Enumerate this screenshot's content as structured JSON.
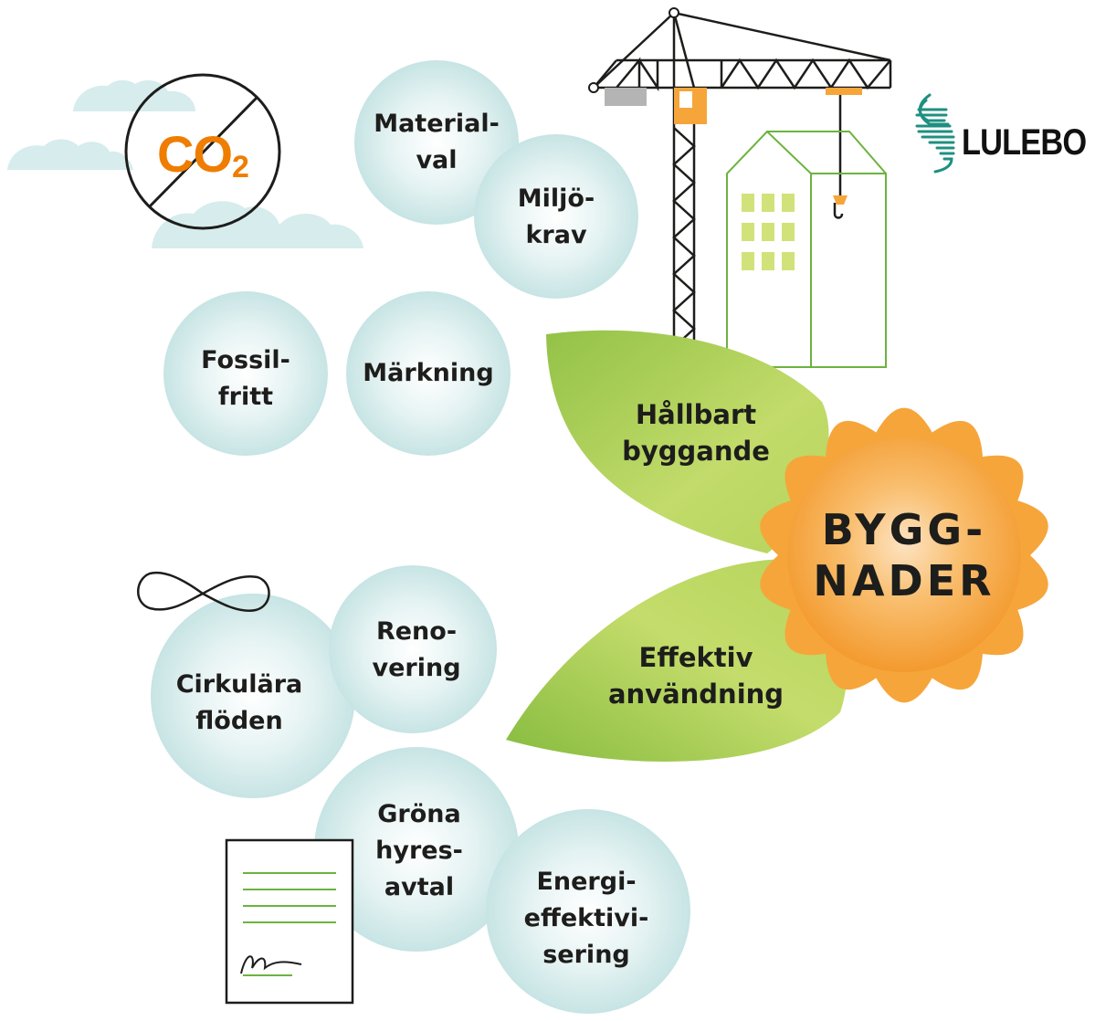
{
  "bubbles": [
    {
      "id": "materialval",
      "lines": [
        "Material-",
        "val"
      ]
    },
    {
      "id": "miljokrav",
      "lines": [
        "Miljö-",
        "krav"
      ]
    },
    {
      "id": "fossilfritt",
      "lines": [
        "Fossil-",
        "fritt"
      ]
    },
    {
      "id": "markning",
      "lines": [
        "Märkning"
      ]
    },
    {
      "id": "renovering",
      "lines": [
        "Reno-",
        "vering"
      ]
    },
    {
      "id": "cirkulara",
      "lines": [
        "Cirkulära",
        "flöden"
      ]
    },
    {
      "id": "grona",
      "lines": [
        "Gröna",
        "hyres-",
        "avtal"
      ]
    },
    {
      "id": "energi",
      "lines": [
        "Energi-",
        "effektivi-",
        "sering"
      ]
    }
  ],
  "leaves": {
    "top": {
      "lines": [
        "Hållbart",
        "byggande"
      ]
    },
    "bottom": {
      "lines": [
        "Effektiv",
        "användning"
      ]
    }
  },
  "center": {
    "lines": [
      "BYGG-",
      "NADER"
    ]
  },
  "co2": {
    "main": "CO",
    "sub": "2"
  },
  "logo": {
    "text": "LULEBO"
  },
  "colors": {
    "bubble": "#cde8e8",
    "leaf": "#a9cd52",
    "flower": "#f6a53a",
    "co2": "#ef7d00",
    "crane_accent": "#f6a53a",
    "building_line": "#6cb33f",
    "window": "#d2e27a",
    "logo_wave": "#1f8f80"
  }
}
